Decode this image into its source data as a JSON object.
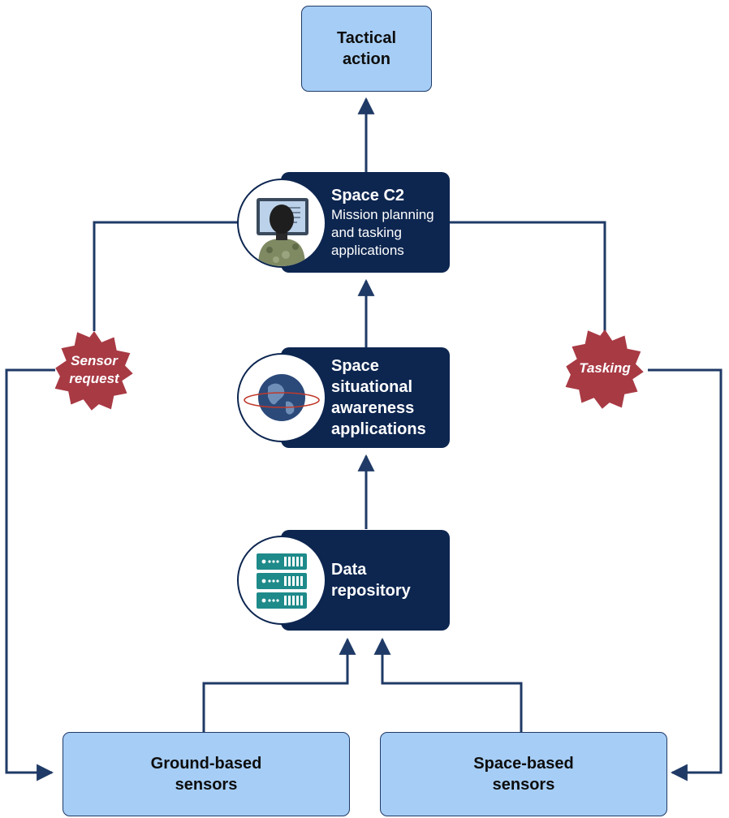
{
  "nodes": {
    "tactical_action": {
      "label": "Tactical\naction"
    },
    "space_c2": {
      "title": "Space C2",
      "subtitle": "Mission planning\nand tasking\napplications",
      "icon": "operator-at-computer-icon"
    },
    "ssa": {
      "title": "Space\nsituational\nawareness\napplications",
      "icon": "globe-with-orbit-icon"
    },
    "data_repository": {
      "title": "Data\nrepository",
      "icon": "server-rack-icon"
    },
    "ground_sensors": {
      "label": "Ground-based\nsensors"
    },
    "space_sensors": {
      "label": "Space-based\nsensors"
    }
  },
  "badges": {
    "sensor_request": {
      "label": "Sensor\nrequest"
    },
    "tasking": {
      "label": "Tasking"
    }
  },
  "colors": {
    "light_box": "#a6cdf5",
    "dark_box": "#0d2650",
    "connector": "#1f3a66",
    "badge": "#a83a44"
  }
}
